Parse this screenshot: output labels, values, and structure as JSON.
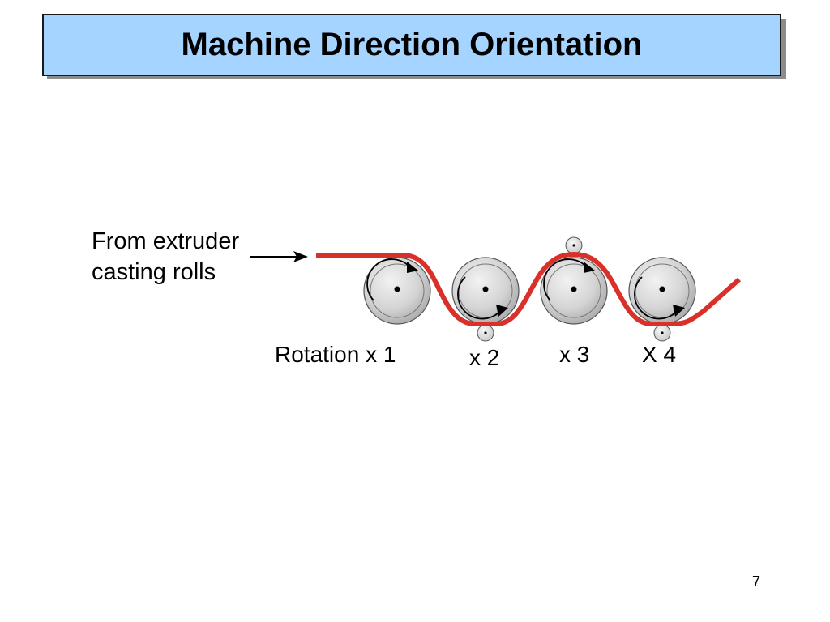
{
  "title": "Machine Direction Orientation",
  "labels": {
    "source_line1": "From extruder",
    "source_line2": "casting rolls",
    "rotation_1": "Rotation x 1",
    "rotation_2": "x 2",
    "rotation_3": "x 3",
    "rotation_4": "X 4"
  },
  "page_number": "7",
  "colors": {
    "title_background": "#a4d4ff",
    "film": "#d9302a",
    "roll_fill": "#d6d6d6"
  }
}
